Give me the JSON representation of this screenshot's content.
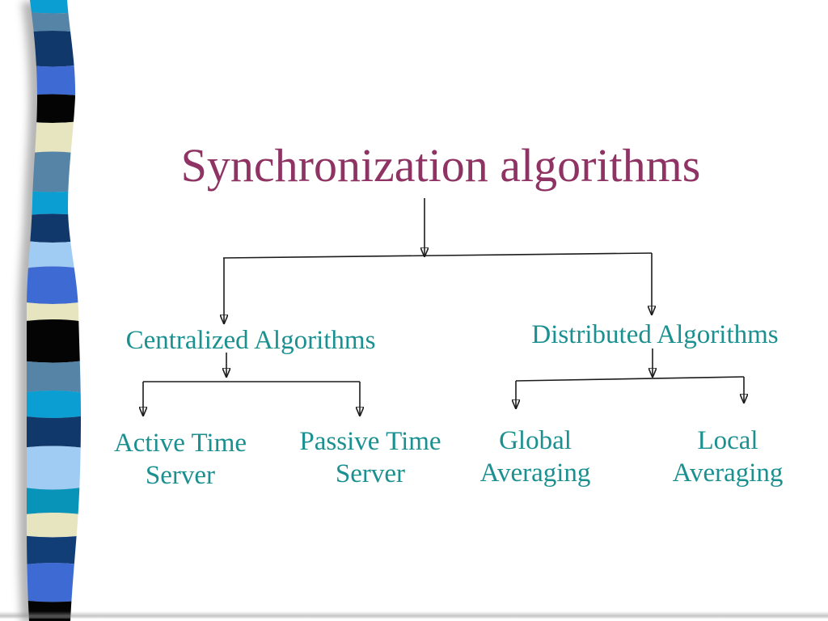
{
  "slide": {
    "title": "Synchronization algorithms",
    "background": "#ffffff"
  },
  "colors": {
    "title_text": "#8e3363",
    "node_text": "#1b9090",
    "connector": "#1c1c1c"
  },
  "diagram": {
    "type": "tree",
    "root_label": "Synchronization algorithms",
    "nodes": {
      "centralized": {
        "label": "Centralized Algorithms"
      },
      "distributed": {
        "label": "Distributed Algorithms"
      },
      "active": {
        "label": "Active Time Server"
      },
      "passive": {
        "label": "Passive Time Server"
      },
      "global": {
        "label": "Global Averaging"
      },
      "local": {
        "label": "Local Averaging"
      }
    },
    "edges": [
      {
        "from": "root",
        "to": "centralized"
      },
      {
        "from": "root",
        "to": "distributed"
      },
      {
        "from": "centralized",
        "to": "active"
      },
      {
        "from": "centralized",
        "to": "passive"
      },
      {
        "from": "distributed",
        "to": "global"
      },
      {
        "from": "distributed",
        "to": "local"
      }
    ]
  },
  "decoration": {
    "ribbon_band_colors": [
      "#0a9ed2",
      "#5684a6",
      "#11386b",
      "#3e6bd3",
      "#040404",
      "#e7e4c0",
      "#5684a6",
      "#0a9ed2",
      "#11386b",
      "#a0cbf2",
      "#3e6bd3",
      "#e7e4c0",
      "#040404",
      "#5684a6",
      "#0a9ed2",
      "#11386b",
      "#a0cbf2",
      "#0894b8",
      "#e7e4c0",
      "#123e78",
      "#3e6bd3",
      "#040404"
    ]
  }
}
